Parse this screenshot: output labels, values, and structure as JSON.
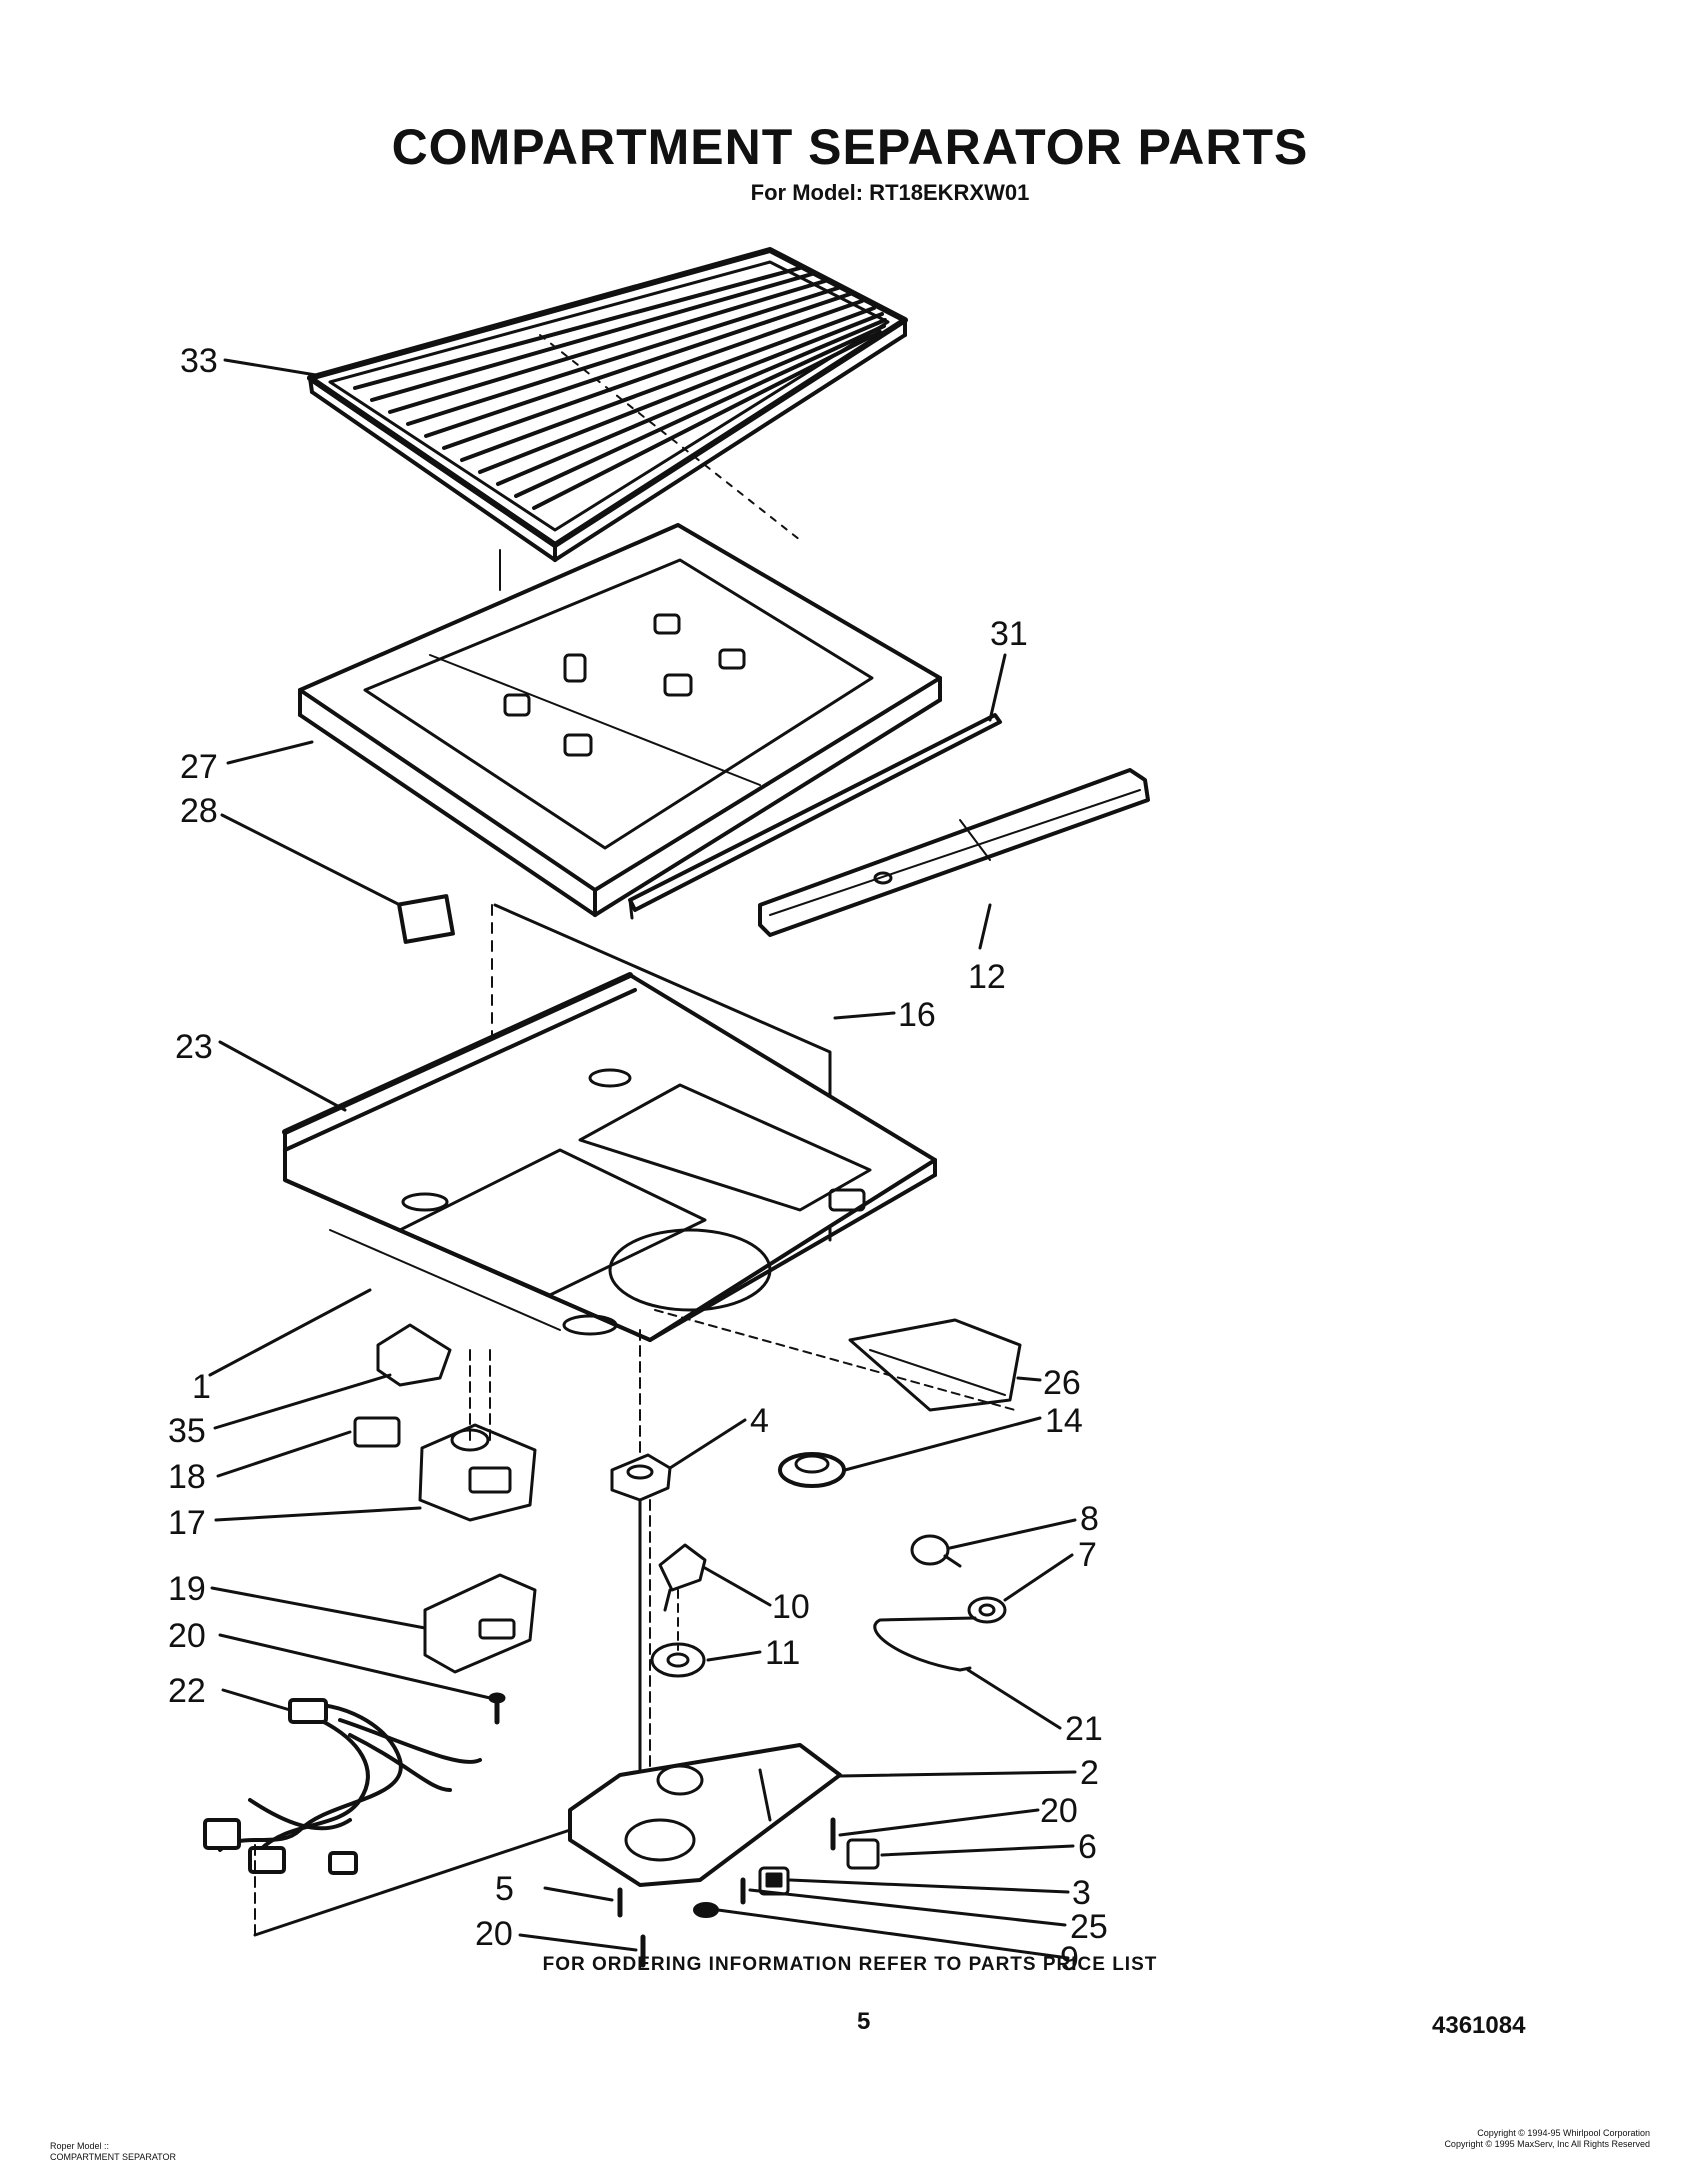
{
  "header": {
    "title": "COMPARTMENT SEPARATOR PARTS",
    "model_line": "For Model: RT18EKRXW01"
  },
  "footer": {
    "ordering_note": "FOR ORDERING INFORMATION REFER TO PARTS PRICE LIST",
    "page_number": "5",
    "doc_number": "4361084",
    "brand_model": "Roper Model ::",
    "section": "COMPARTMENT SEPARATOR",
    "copyright_1": "Copyright © 1994-95 Whirlpool Corporation",
    "copyright_2": "Copyright © 1995 MaxServ, Inc  All Rights Reserved"
  },
  "callouts": [
    "33",
    "31",
    "27",
    "28",
    "12",
    "16",
    "23",
    "1",
    "26",
    "35",
    "4",
    "14",
    "18",
    "17",
    "8",
    "7",
    "19",
    "10",
    "11",
    "20",
    "21",
    "22",
    "2",
    "20",
    "6",
    "5",
    "3",
    "25",
    "20",
    "9"
  ]
}
